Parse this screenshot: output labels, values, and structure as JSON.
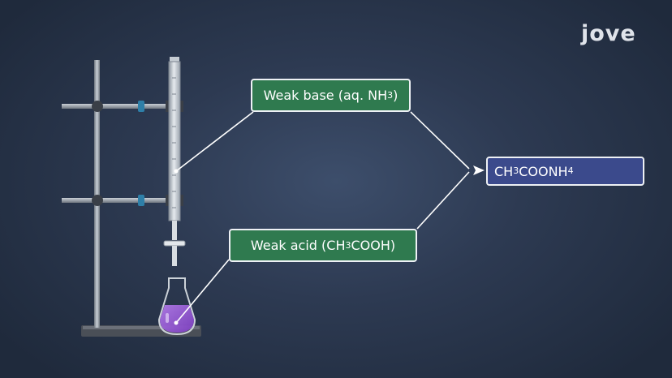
{
  "logo": {
    "text": "jove"
  },
  "labels": {
    "base": {
      "text": "Weak base (aq. NH",
      "sub": "3",
      "tail": ")"
    },
    "acid": {
      "text": "Weak acid (CH",
      "sub": "3",
      "tail": "COOH)"
    },
    "product": {
      "pre": "CH",
      "sub1": "3",
      "mid": "COONH",
      "sub2": "4"
    }
  },
  "colors": {
    "label_box": "#2f7a4f",
    "product_box": "#3b4a8c",
    "flask_liquid": "#9b5cd6",
    "connector": "#ffffff"
  }
}
